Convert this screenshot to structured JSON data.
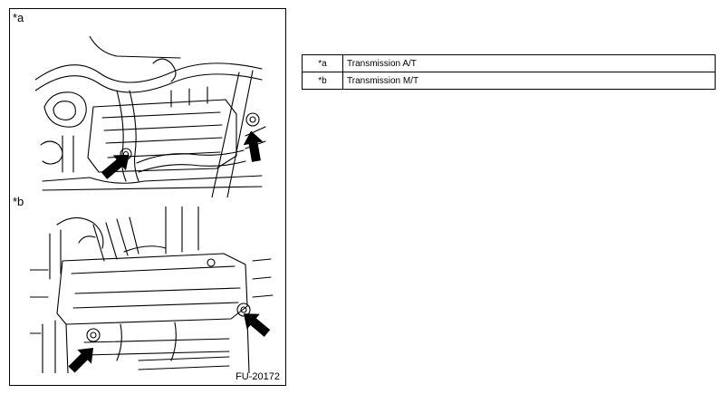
{
  "figure": {
    "panel_a_label": "*a",
    "panel_b_label": "*b",
    "code": "FU-20172"
  },
  "legend": [
    {
      "key": "*a",
      "text": "Transmission A/T"
    },
    {
      "key": "*b",
      "text": "Transmission M/T"
    }
  ]
}
